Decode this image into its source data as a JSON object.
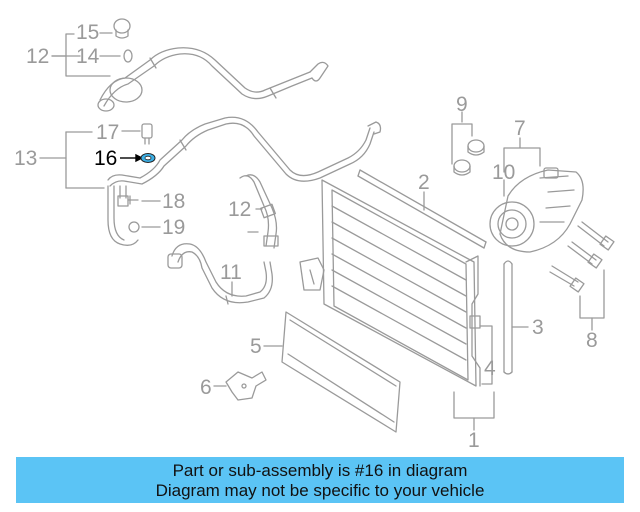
{
  "callouts": {
    "c1": "1",
    "c2": "2",
    "c3": "3",
    "c4": "4",
    "c5": "5",
    "c6": "6",
    "c7": "7",
    "c8": "8",
    "c9": "9",
    "c10": "10",
    "c11": "11",
    "c12a": "12",
    "c12b": "12",
    "c13": "13",
    "c14": "14",
    "c15": "15",
    "c16": "16",
    "c17": "17",
    "c18": "18",
    "c19": "19"
  },
  "highlighted_part": "16",
  "banner": {
    "line1": "Part or sub-assembly is #16 in diagram",
    "line2": "Diagram may not be specific to your vehicle"
  },
  "colors": {
    "line": "#9a9a9a",
    "highlight_ring": "#3cb0e6",
    "banner_bg": "#5bc4f5",
    "active_label": "#000000"
  }
}
